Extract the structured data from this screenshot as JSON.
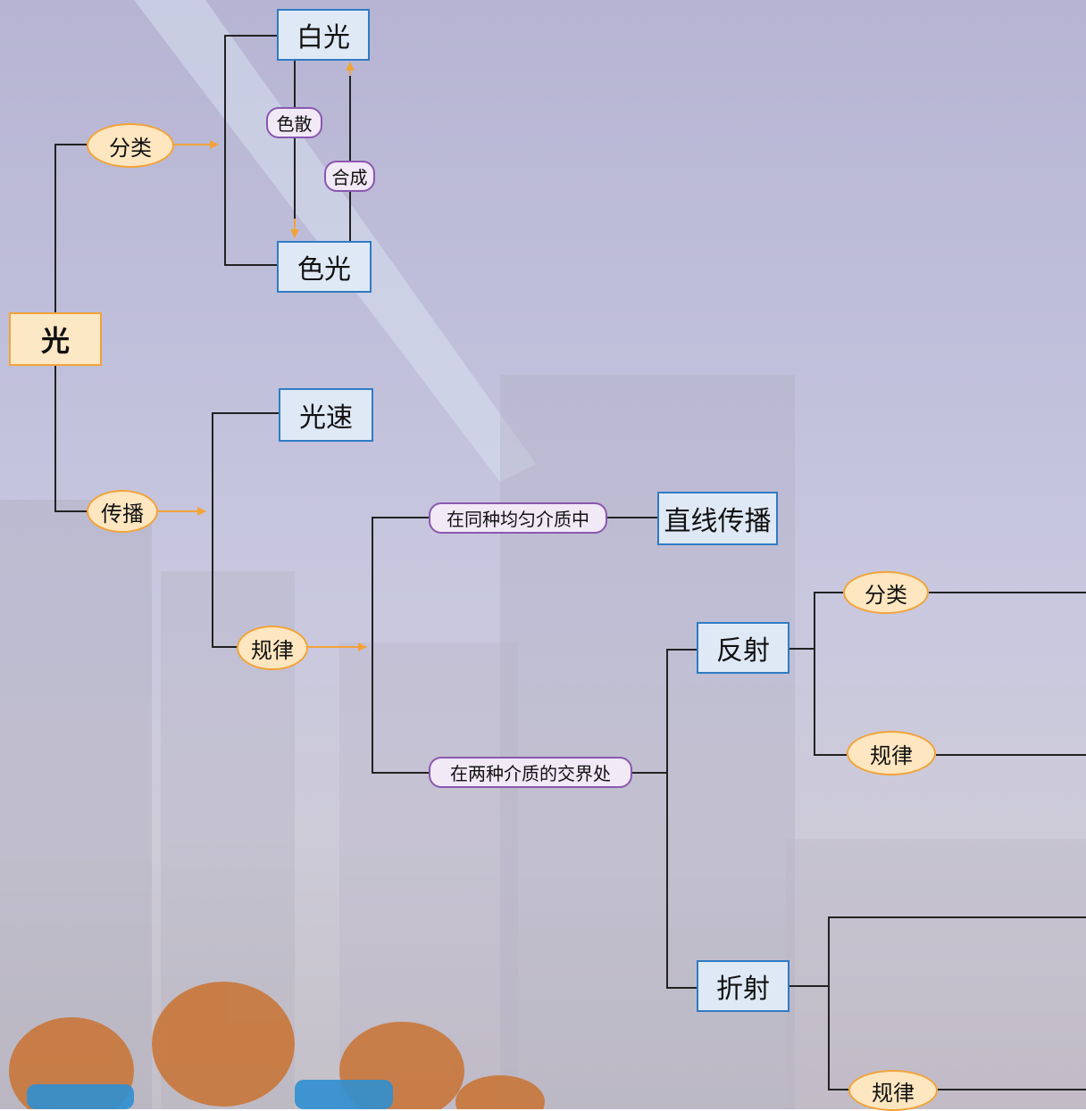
{
  "root": {
    "label": "光"
  },
  "classify_branch": {
    "label": "分类",
    "white_light": "白光",
    "color_light": "色光",
    "dispersion": "色散",
    "synthesis": "合成"
  },
  "propagation_branch": {
    "label": "传播",
    "speed": "光速",
    "law": "规律",
    "uniform_medium": "在同种均匀介质中",
    "straight_line": "直线传播",
    "interface": "在两种介质的交界处",
    "reflection": {
      "label": "反射",
      "classify": "分类",
      "law": "规律"
    },
    "refraction": {
      "label": "折射",
      "law": "规律"
    }
  },
  "colors": {
    "line": "#222222",
    "arrow": "#f2a33a",
    "blue_border": "#2f7bc4",
    "orange_border": "#f2a33a",
    "purple_border": "#8a58b0"
  }
}
